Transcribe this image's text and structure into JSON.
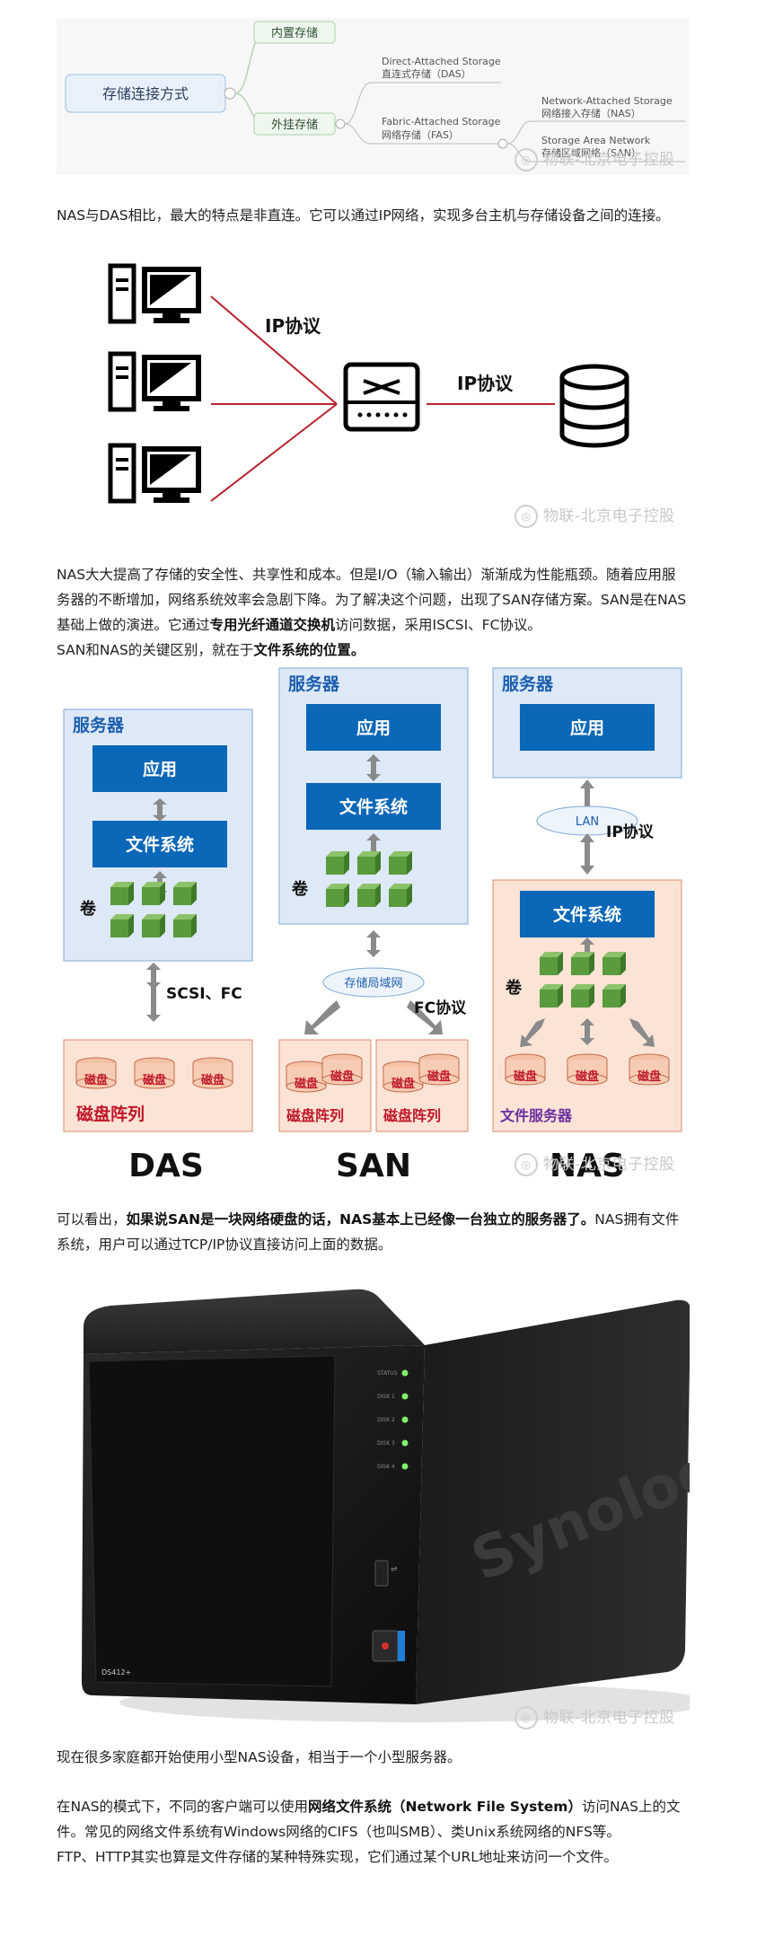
{
  "mindmap": {
    "root": "存储连接方式",
    "branch_internal": "内置存储",
    "branch_external": "外挂存储",
    "das_en": "Direct-Attached Storage",
    "das_cn": "直连式存储（DAS）",
    "fas_en": "Fabric-Attached Storage",
    "fas_cn": "网络存储（FAS）",
    "nas_en": "Network-Attached Storage",
    "nas_cn": "网络接入存储（NAS）",
    "san_en": "Storage Area Network",
    "san_cn": "存储区域网络（SAN）"
  },
  "watermark": "物联-北京电子控股",
  "para1": "NAS与DAS相比，最大的特点是非直连。它可以通过IP网络，实现多台主机与存储设备之间的连接。",
  "net_diagram": {
    "label_left": "IP协议",
    "label_right": "IP协议"
  },
  "para2": {
    "line1": "NAS大大提高了存储的安全性、共享性和成本。但是I/O（输入输出）渐渐成为性能瓶颈。随着应用服务器的不断增加，网络系统效率会急剧下降。为了解决这个问题，出现了SAN存储方案。SAN是在NAS基础上做的演进。它通过",
    "bold1": "专用光纤通道交换机",
    "line1_end": "访问数据，采用ISCSI、FC协议。",
    "line2": "SAN和NAS的关键区别，就在于",
    "bold2": "文件系统的位置。"
  },
  "arch": {
    "server": "服务器",
    "app": "应用",
    "fs": "文件系统",
    "volume": "卷",
    "das_link": "SCSI、FC",
    "disk": "磁盘",
    "disk_array": "磁盘阵列",
    "san_net": "存储局域网",
    "san_proto": "FC协议",
    "lan": "LAN",
    "ip_proto": "IP协议",
    "file_server": "文件服务器",
    "title_das": "DAS",
    "title_san": "SAN",
    "title_nas": "NAS"
  },
  "para3": {
    "pre": "可以看出，",
    "bold": "如果说SAN是一块网络硬盘的话，NAS基本上已经像一台独立的服务器了。",
    "post": "NAS拥有文件系统，用户可以通过TCP/IP协议直接访问上面的数据。"
  },
  "device": {
    "brand": "Synology",
    "model": "DS412+",
    "leds": [
      "STATUS",
      "DISK 1",
      "DISK 2",
      "DISK 3",
      "DISK 4"
    ]
  },
  "para4": "现在很多家庭都开始使用小型NAS设备，相当于一个小型服务器。",
  "para5": {
    "pre": "在NAS的模式下，不同的客户端可以使用",
    "bold": "网络文件系统（Network File System）",
    "post": "访问NAS上的文件。常见的网络文件系统有Windows网络的CIFS（也叫SMB）、类Unix系统网络的NFS等。",
    "line2": "FTP、HTTP其实也算是文件存储的某种特殊实现，它们通过某个URL地址来访问一个文件。"
  },
  "colors": {
    "blue_box": "#0b67b8",
    "pale_blue": "#dde9f6",
    "pale_orange": "#fbe3d6",
    "red_line": "#b8222c",
    "green_cube": "#5a9b3d"
  }
}
